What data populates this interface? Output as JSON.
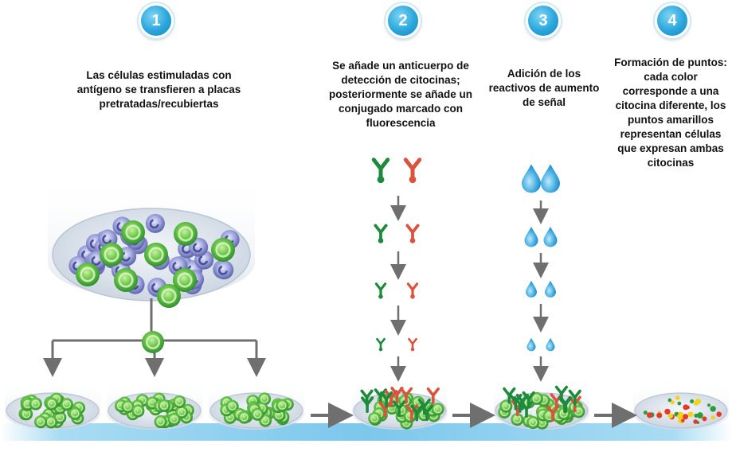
{
  "steps": [
    {
      "number": "1",
      "text": "Las células estimuladas con antígeno se transfieren a placas pretratadas/recubiertas"
    },
    {
      "number": "2",
      "text": "Se añade un anticuerpo de detección de citocinas; posteriormente se añade un conjugado marcado con fluorescencia"
    },
    {
      "number": "3",
      "text": "Adición de los reactivos de aumento de señal"
    },
    {
      "number": "4",
      "text": "Formación de puntos: cada color corresponde a una citocina diferente, los puntos amarillos representan células que expresan ambas citocinas"
    }
  ],
  "colors": {
    "badge": "#2aa6dc",
    "cell_green": "#5cc14a",
    "cell_blue": "#7c82c8",
    "antibody_green": "#1e8a3c",
    "antibody_red": "#d9533f",
    "drop_blue": "#2e9fd8",
    "membrane": "#8fd0ee",
    "arrow": "#6f6f6f"
  }
}
